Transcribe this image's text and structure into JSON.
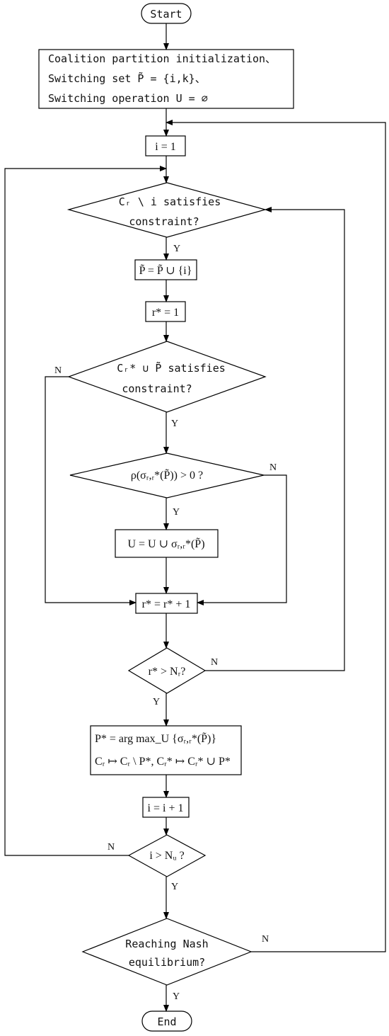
{
  "flow": {
    "start": "Start",
    "end": "End",
    "init": {
      "line1": "Coalition partition initialization、",
      "line2": "Switching set P̃ = {i,k}、",
      "line3": "Switching operation U = ∅"
    },
    "set_i": "i = 1",
    "cond_cr_line1": "Cᵣ \\ i satisfies",
    "cond_cr_line2": "constraint?",
    "update_p": "P̃ = P̃ ∪ {i}",
    "set_r": "r* = 1",
    "cond_cstar_line1": "Cᵣ* ∪ P̃ satisfies",
    "cond_cstar_line2": "constraint?",
    "cond_rho": "ρ(σᵣ,ᵣ*(P̃)) > 0 ?",
    "update_u": "U = U ∪ σᵣ,ᵣ*(P̃)",
    "incr_r": "r* = r* + 1",
    "cond_r_gt": "r* > Nᵣ?",
    "select_line1": "P* = arg max_U {σᵣ,ᵣ*(P̃)}",
    "select_line2": "Cᵣ ↦ Cᵣ \\ P*, Cᵣ* ↦ Cᵣ* ∪ P*",
    "incr_i": "i = i + 1",
    "cond_i_gt": "i > Nᵤ ?",
    "cond_nash_line1": "Reaching Nash",
    "cond_nash_line2": "equilibrium?"
  },
  "labels": {
    "yes": "Y",
    "no": "N"
  }
}
